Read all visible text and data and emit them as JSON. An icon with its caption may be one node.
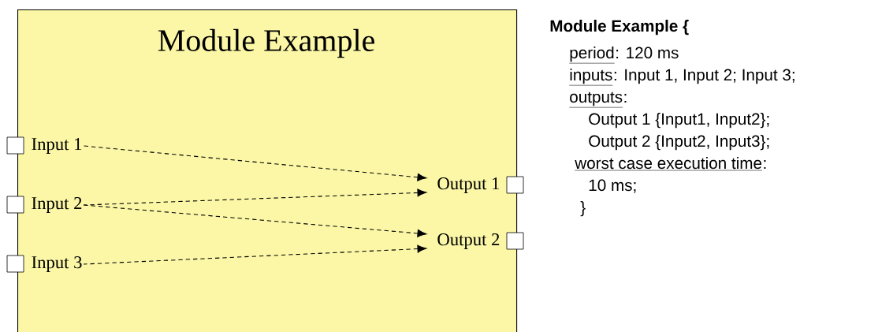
{
  "diagram": {
    "nodes": [
      {
        "text": [
          "Module Example"
        ]
      },
      {
        "text": [
          "Input 1"
        ],
        "in": 0
      },
      {
        "text": [
          "Input 2"
        ],
        "in": 0
      },
      {
        "text": [
          "Input 3"
        ],
        "in": 0
      },
      {
        "text": [
          "Output 1"
        ],
        "in": 0
      },
      {
        "text": [
          "Output 2"
        ],
        "in": 0
      }
    ],
    "edges": [
      {
        "from": 1,
        "to": 4,
        "arrow": "to",
        "style": "dashed"
      },
      {
        "from": 2,
        "to": 4,
        "arrow": "to",
        "style": "dashed"
      },
      {
        "from": 2,
        "to": 5,
        "arrow": "to",
        "style": "dashed"
      },
      {
        "from": 3,
        "to": 5,
        "arrow": "to",
        "style": "dashed"
      }
    ],
    "labels": [
      "Module Example {",
      "period",
      ": 120 ms",
      "inputs",
      ": Input 1, Input 2; Input 3;",
      "outputs",
      ":",
      "Output 1 {Input1, Input2};",
      "Output 2 {Input2, Input3};",
      "worst case execution time",
      ":",
      "10 ms;",
      "}"
    ]
  }
}
